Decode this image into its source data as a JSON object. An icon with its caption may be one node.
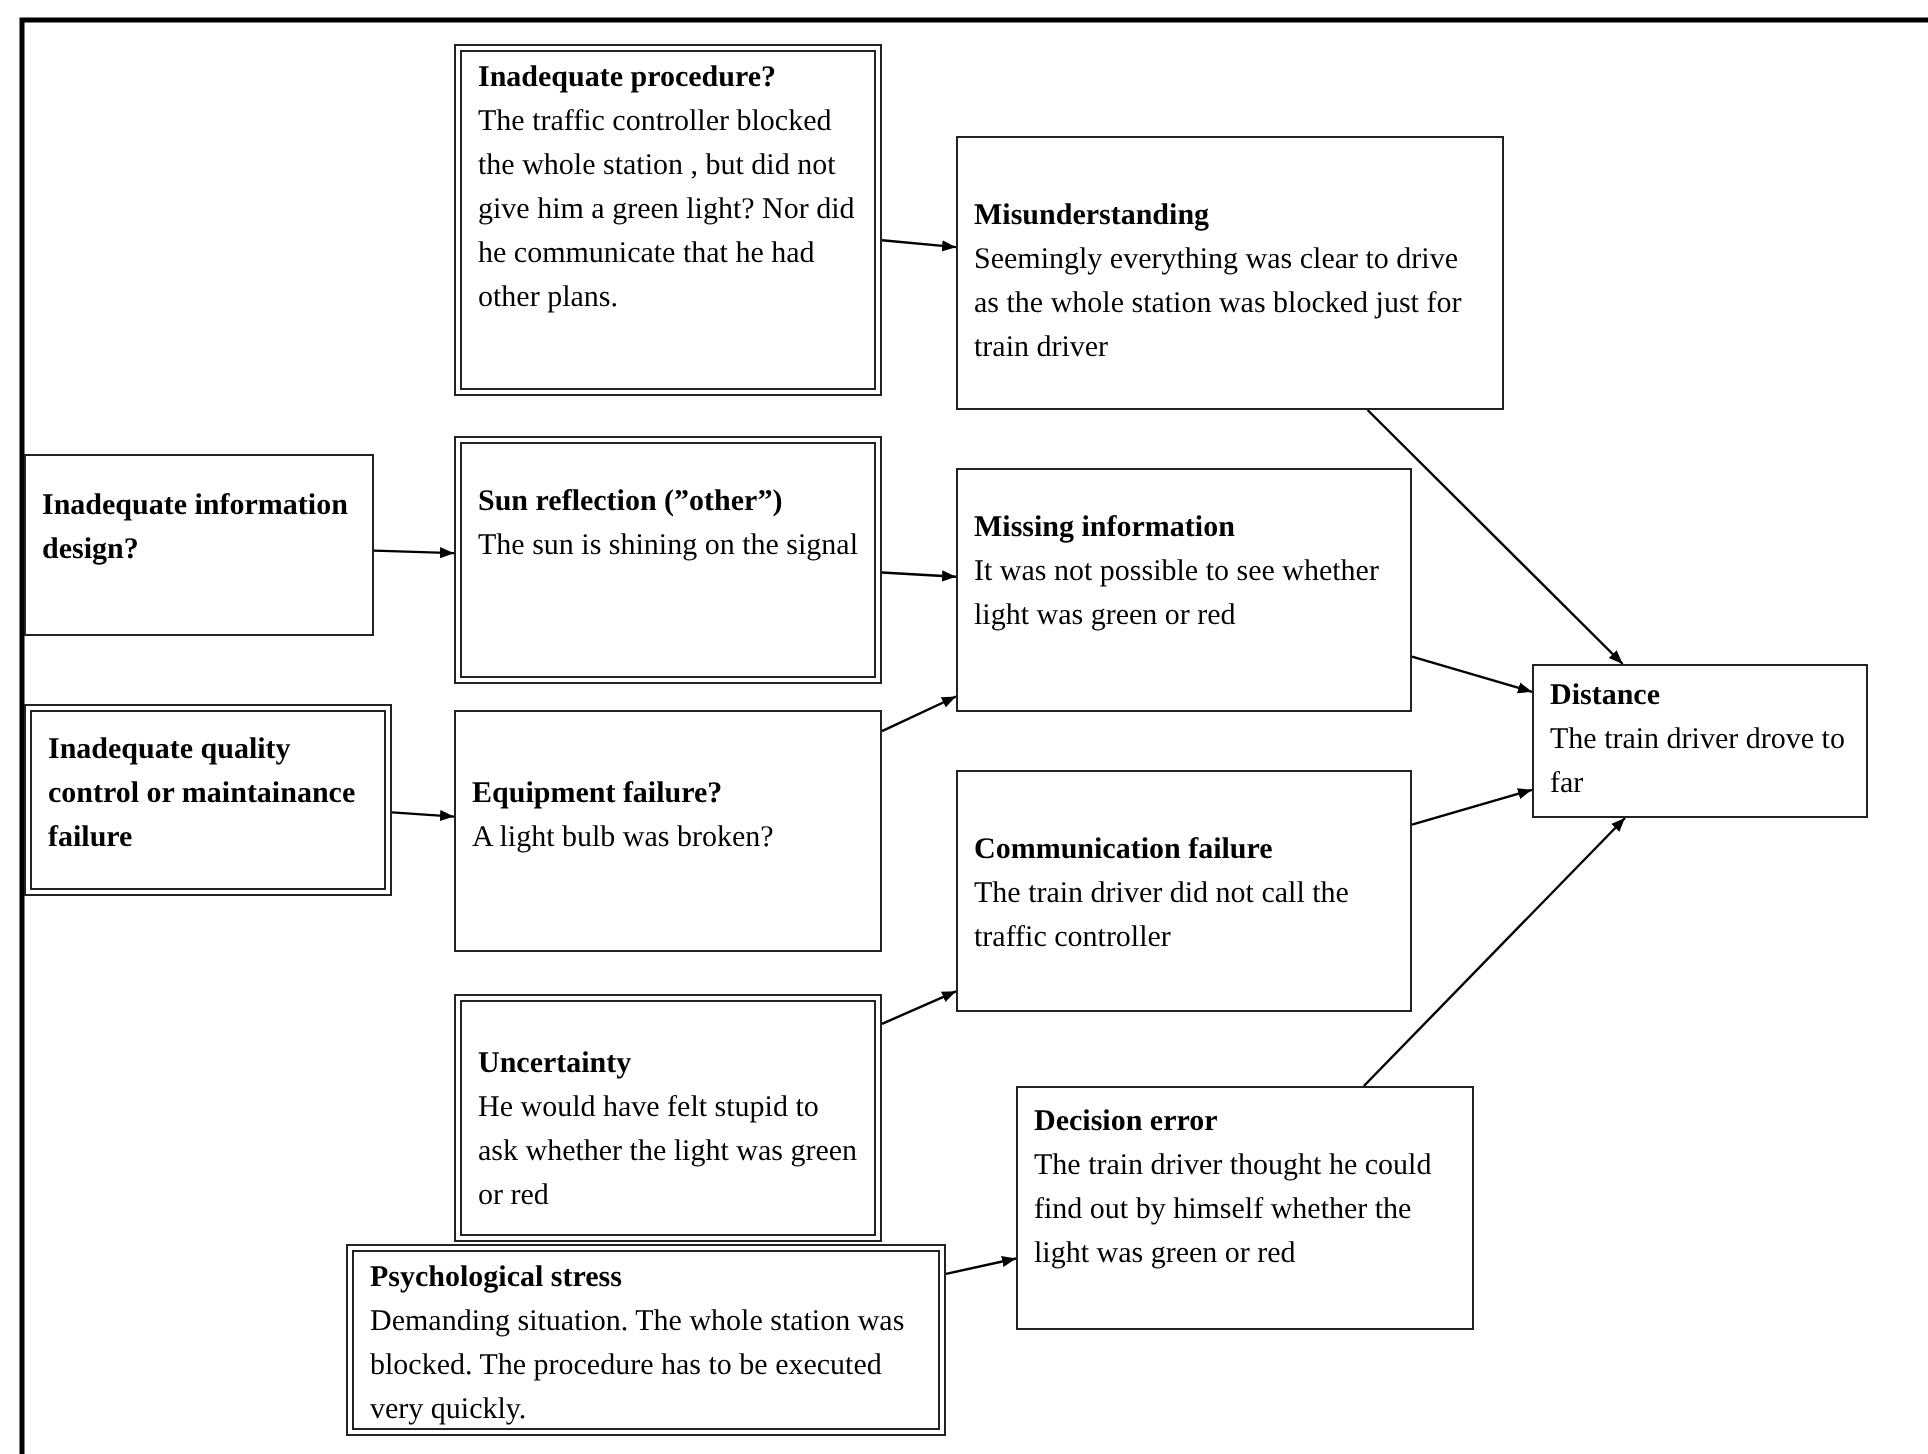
{
  "diagram": {
    "nodes": [
      {
        "text": [
          "Inadequate procedure?",
          "The traffic controller blocked the whole station , but did not give him a green light? Nor did he communicate that he had other plans."
        ]
      },
      {
        "text": [
          "Misunderstanding",
          "Seemingly everything was clear to drive as the whole station was blocked just for train driver"
        ]
      },
      {
        "text": [
          "Inadequate information design?"
        ]
      },
      {
        "text": [
          "Sun reflection (”other”)",
          "The sun is shining on the signal"
        ]
      },
      {
        "text": [
          "Missing information",
          "It was not possible to see whether light was green or red"
        ]
      },
      {
        "text": [
          "Inadequate quality control or maintainance failure"
        ]
      },
      {
        "text": [
          "Equipment failure?",
          "A light bulb was broken?"
        ]
      },
      {
        "text": [
          "Communication failure",
          "The train driver did not call the traffic controller"
        ]
      },
      {
        "text": [
          "Distance",
          "The train driver drove to far"
        ]
      },
      {
        "text": [
          "Uncertainty",
          "He would have felt stupid to ask whether the light was green or red"
        ]
      },
      {
        "text": [
          "Decision error",
          "The train driver thought he could find out by himself whether the light was green or red"
        ]
      },
      {
        "text": [
          "Psychological stress",
          "Demanding situation. The whole station was blocked. The procedure has to be executed very quickly."
        ]
      }
    ],
    "edges": [
      {
        "from": 0,
        "to": 1,
        "arrow": "to"
      },
      {
        "from": 2,
        "to": 3,
        "arrow": "to"
      },
      {
        "from": 3,
        "to": 4,
        "arrow": "to"
      },
      {
        "from": 6,
        "to": 4,
        "arrow": "to"
      },
      {
        "from": 5,
        "to": 6,
        "arrow": "to"
      },
      {
        "from": 1,
        "to": 8,
        "arrow": "to"
      },
      {
        "from": 4,
        "to": 8,
        "arrow": "to"
      },
      {
        "from": 7,
        "to": 8,
        "arrow": "to"
      },
      {
        "from": 10,
        "to": 8,
        "arrow": "to"
      },
      {
        "from": 9,
        "to": 7,
        "arrow": "to"
      },
      {
        "from": 11,
        "to": 10,
        "arrow": "to"
      }
    ]
  }
}
